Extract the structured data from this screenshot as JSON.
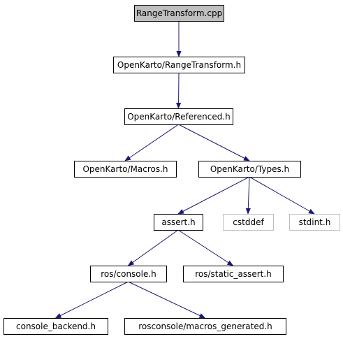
{
  "colors": {
    "edge": "#191970",
    "node_border": "#000000",
    "node_border_muted": "#bfbfbf",
    "root_fill": "#bfbfbf",
    "node_fill": "#ffffff"
  },
  "nodes": [
    {
      "id": "range-transform-cpp",
      "label": "RangeTransform.cpp",
      "style": "root"
    },
    {
      "id": "openkarto-rangetransform-h",
      "label": "OpenKarto/RangeTransform.h",
      "style": "normal"
    },
    {
      "id": "openkarto-referenced-h",
      "label": "OpenKarto/Referenced.h",
      "style": "normal"
    },
    {
      "id": "openkarto-macros-h",
      "label": "OpenKarto/Macros.h",
      "style": "normal"
    },
    {
      "id": "openkarto-types-h",
      "label": "OpenKarto/Types.h",
      "style": "normal"
    },
    {
      "id": "assert-h",
      "label": "assert.h",
      "style": "normal"
    },
    {
      "id": "cstddef",
      "label": "cstddef",
      "style": "muted"
    },
    {
      "id": "stdint-h",
      "label": "stdint.h",
      "style": "muted"
    },
    {
      "id": "ros-console-h",
      "label": "ros/console.h",
      "style": "normal"
    },
    {
      "id": "ros-static-assert-h",
      "label": "ros/static_assert.h",
      "style": "normal"
    },
    {
      "id": "console-backend-h",
      "label": "console_backend.h",
      "style": "normal"
    },
    {
      "id": "rosconsole-macros-generated-h",
      "label": "rosconsole/macros_generated.h",
      "style": "normal"
    }
  ],
  "edges": [
    {
      "from": "range-transform-cpp",
      "to": "openkarto-rangetransform-h"
    },
    {
      "from": "openkarto-rangetransform-h",
      "to": "openkarto-referenced-h"
    },
    {
      "from": "openkarto-referenced-h",
      "to": "openkarto-macros-h"
    },
    {
      "from": "openkarto-referenced-h",
      "to": "openkarto-types-h"
    },
    {
      "from": "openkarto-types-h",
      "to": "assert-h"
    },
    {
      "from": "openkarto-types-h",
      "to": "cstddef"
    },
    {
      "from": "openkarto-types-h",
      "to": "stdint-h"
    },
    {
      "from": "assert-h",
      "to": "ros-console-h"
    },
    {
      "from": "assert-h",
      "to": "ros-static-assert-h"
    },
    {
      "from": "ros-console-h",
      "to": "console-backend-h"
    },
    {
      "from": "ros-console-h",
      "to": "rosconsole-macros-generated-h"
    }
  ]
}
